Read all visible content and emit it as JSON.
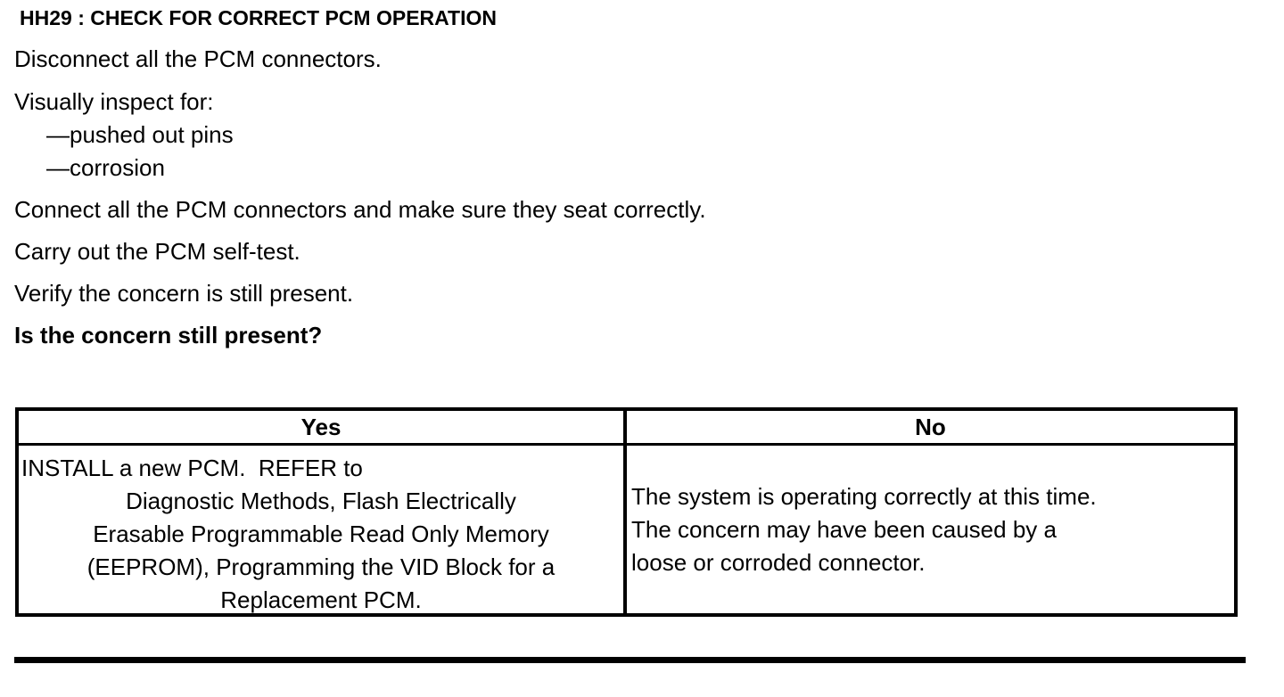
{
  "doc": {
    "heading": "HH29 : CHECK FOR CORRECT PCM OPERATION",
    "lines": [
      "Disconnect all the PCM connectors.",
      "Visually inspect for:",
      "—pushed out pins",
      "—corrosion",
      "Connect all the PCM connectors and make sure they seat correctly.",
      "Carry out the PCM self-test.",
      "Verify the concern is still present."
    ],
    "question": "Is the concern still present?"
  },
  "result_table": {
    "headers": [
      "Yes",
      "No"
    ],
    "yes_lines": [
      "INSTALL a new PCM.  REFER to",
      "Diagnostic Methods, Flash Electrically",
      "Erasable Programmable Read Only Memory",
      "(EEPROM), Programming the VID Block for a",
      "Replacement PCM."
    ],
    "no_lines": [
      "The system is operating correctly at this time.",
      "The concern may have been caused by a",
      "loose or corroded connector."
    ]
  },
  "colors": {
    "text": "#000000",
    "background": "#ffffff",
    "border": "#000000"
  }
}
